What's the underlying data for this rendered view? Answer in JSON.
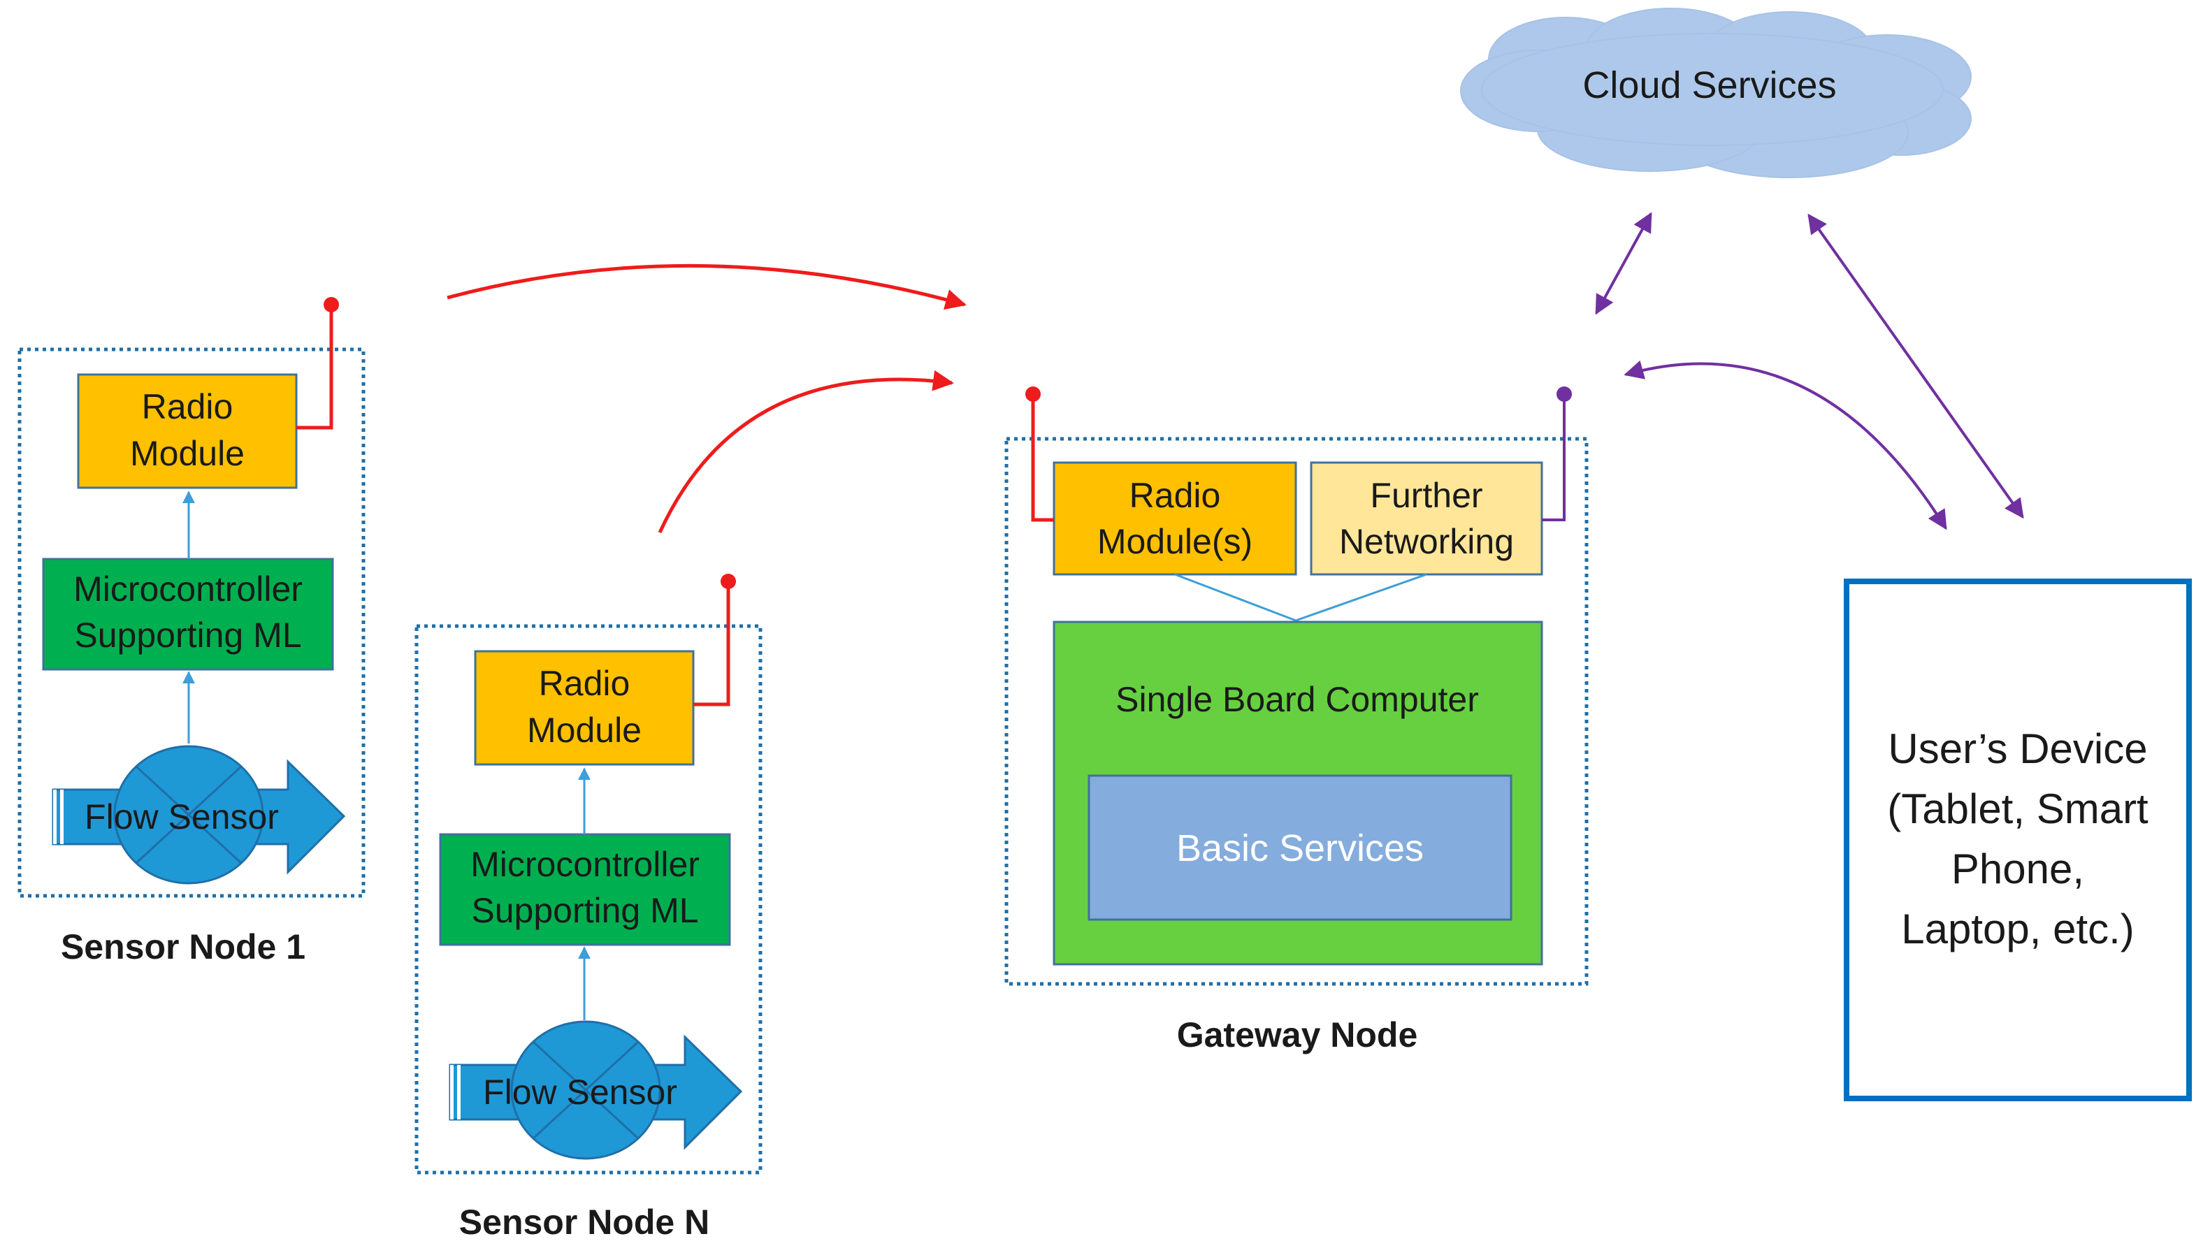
{
  "sensor_node_1": {
    "radio": [
      "Radio",
      "Module"
    ],
    "mcu": [
      "Microcontroller",
      "Supporting ML"
    ],
    "sensor": "Flow Sensor",
    "caption": "Sensor Node 1"
  },
  "sensor_node_n": {
    "radio": [
      "Radio",
      "Module"
    ],
    "mcu": [
      "Microcontroller",
      "Supporting ML"
    ],
    "sensor": "Flow Sensor",
    "caption": "Sensor Node N"
  },
  "gateway": {
    "radio": [
      "Radio",
      "Module(s)"
    ],
    "further": [
      "Further",
      "Networking"
    ],
    "sbc": "Single Board Computer",
    "basic": "Basic Services",
    "caption": "Gateway Node"
  },
  "cloud": {
    "label": "Cloud Services"
  },
  "user_device": {
    "lines": [
      "User’s Device",
      "(Tablet, Smart",
      "Phone,",
      "Laptop, etc.)"
    ]
  },
  "colors": {
    "radio": "#ffc000",
    "further_networking": "#ffe699",
    "microcontroller": "#00b050",
    "single_board_computer": "#66d040",
    "basic_services": "#84acdd",
    "cloud": "#adc8ea",
    "flow_sensor": "#1f98d6",
    "radio_link": "#ee1c1c",
    "network_link": "#7030a0",
    "user_device_border": "#0070c0"
  }
}
